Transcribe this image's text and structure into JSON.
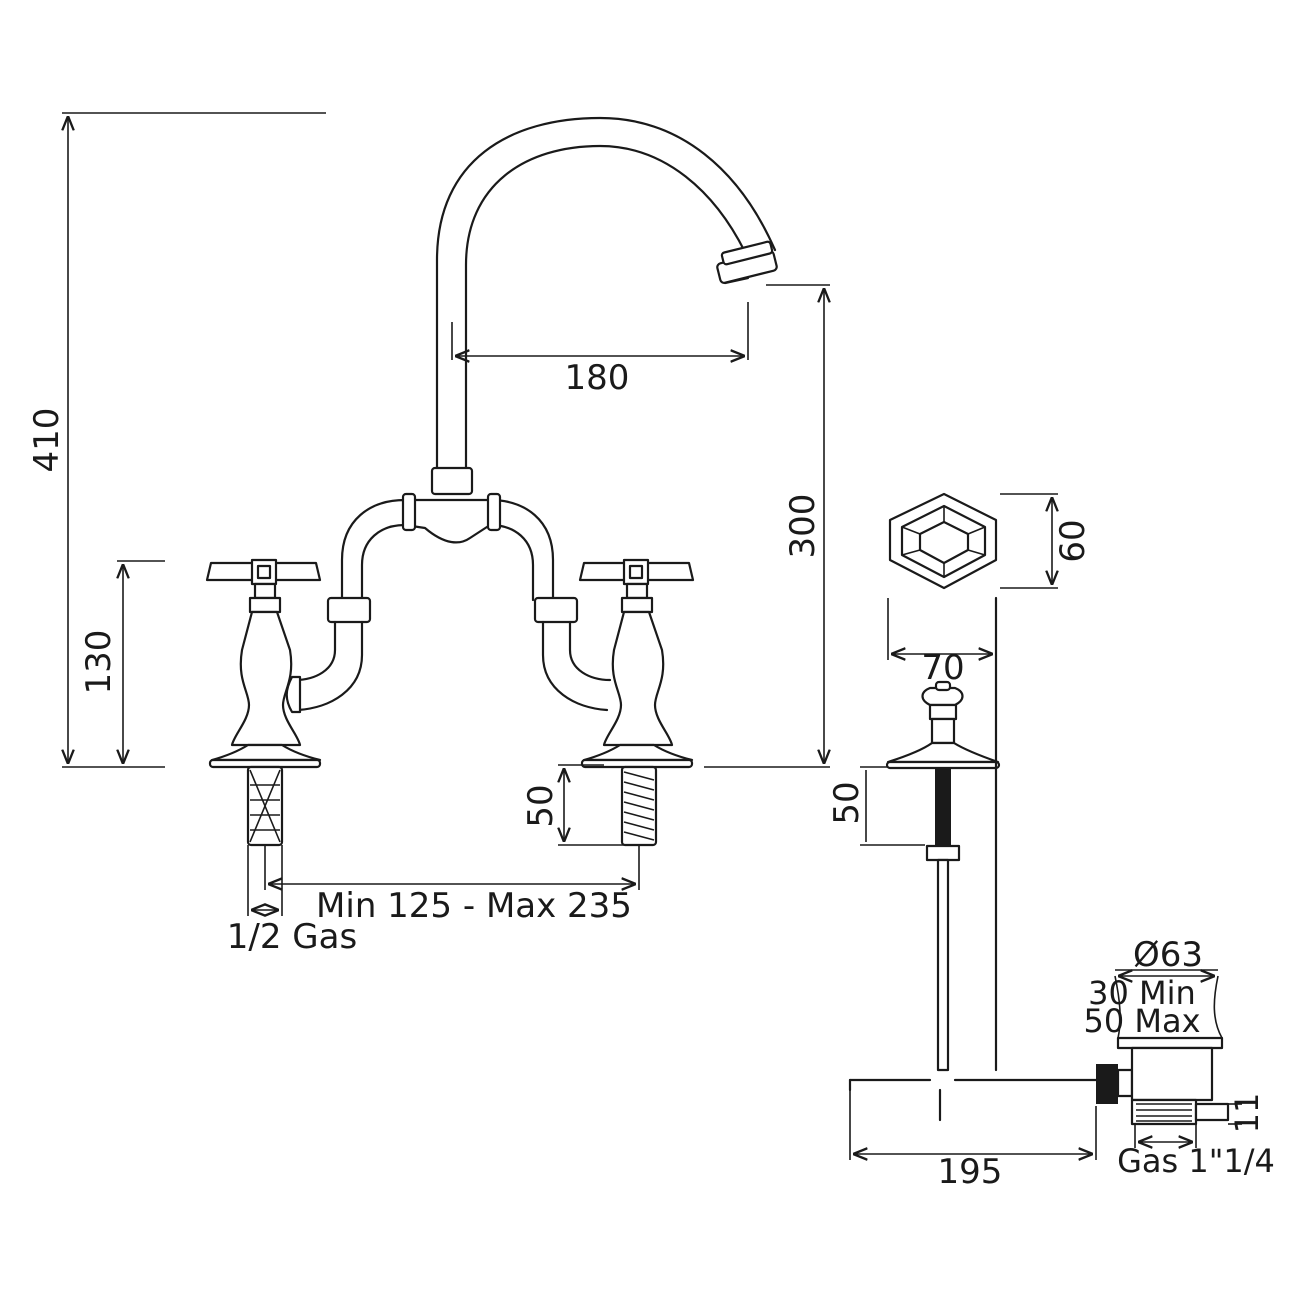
{
  "dimensions": {
    "total_height": "410",
    "spout_reach": "180",
    "spout_height": "300",
    "handle_height": "130",
    "shank_length": "50",
    "centres": "Min 125 - Max 235",
    "connection": "1/2 Gas",
    "plate_height": "60",
    "plate_width": "70",
    "pop_up_shank": "50",
    "waste_diameter": "Ø63",
    "waste_min": "30 Min",
    "waste_max": "50 Max",
    "waste_thread_height": "11",
    "waste_thread": "Gas 1\"1/4",
    "rod_length": "195"
  }
}
